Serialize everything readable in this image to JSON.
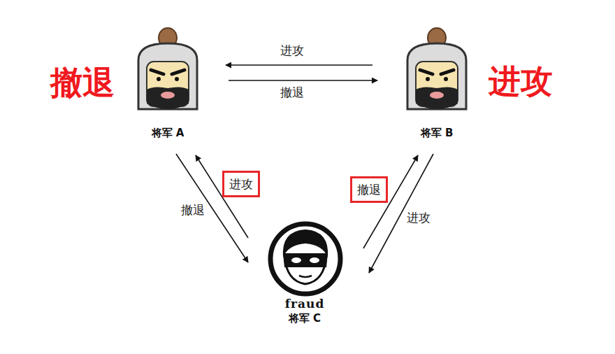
{
  "diagram": {
    "nodes": [
      {
        "text": [
          "将军 A"
        ]
      },
      {
        "text": [
          "将军 B"
        ]
      },
      {
        "text": [
          "fraud",
          "将军 C"
        ]
      }
    ],
    "edges": [
      {
        "from": 1,
        "to": 0,
        "arrow": "to",
        "label": "进攻"
      },
      {
        "from": 0,
        "to": 1,
        "arrow": "to",
        "label": "撤退"
      },
      {
        "from": 0,
        "to": 2,
        "arrow": "to",
        "label": "撤退"
      },
      {
        "from": 2,
        "to": 0,
        "arrow": "to",
        "label": "进攻"
      },
      {
        "from": 2,
        "to": 1,
        "arrow": "to",
        "label": "撤退"
      },
      {
        "from": 1,
        "to": 2,
        "arrow": "to",
        "label": "进攻"
      }
    ],
    "labels": [
      "撤退",
      "进攻"
    ]
  }
}
